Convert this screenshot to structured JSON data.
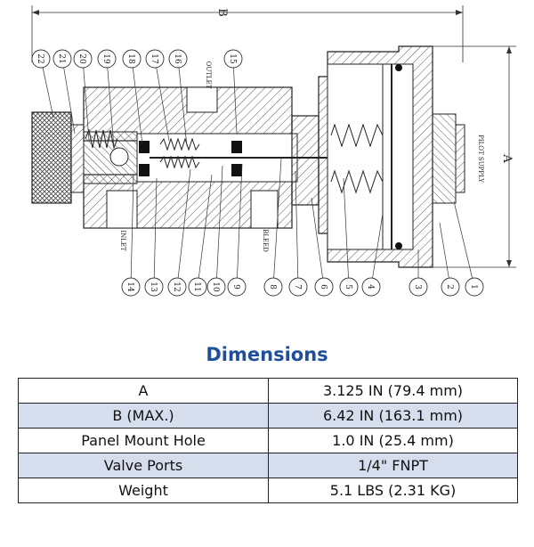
{
  "diagram": {
    "dimension_labels": {
      "a": "A",
      "b": "B"
    },
    "port_labels": {
      "outlet": "OUTLET",
      "inlet": "INLET",
      "bleed": "BLEED",
      "pilot_supply": "PILOT SUPPLY"
    },
    "callouts_top": [
      "22",
      "21",
      "20",
      "19",
      "18",
      "17",
      "16",
      "15"
    ],
    "callouts_bottom": [
      "14",
      "13",
      "12",
      "11",
      "10",
      "9",
      "8",
      "7",
      "6",
      "5",
      "4",
      "3",
      "2",
      "1"
    ]
  },
  "dimensions": {
    "title": "Dimensions",
    "rows": [
      {
        "label": "A",
        "value": "3.125 IN (79.4 mm)"
      },
      {
        "label": "B (MAX.)",
        "value": "6.42 IN (163.1 mm)"
      },
      {
        "label": "Panel Mount Hole",
        "value": "1.0 IN (25.4 mm)"
      },
      {
        "label": "Valve Ports",
        "value": "1/4\" FNPT"
      },
      {
        "label": "Weight",
        "value": "5.1 LBS (2.31 KG)"
      }
    ]
  },
  "colors": {
    "title": "#1f4f9c",
    "row_alt": "#d6deee",
    "line": "#222222"
  }
}
